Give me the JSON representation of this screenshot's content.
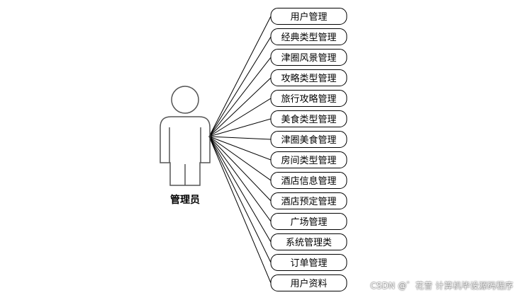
{
  "actor": {
    "label": "管理员",
    "icon": "person-icon"
  },
  "use_cases": [
    "用户管理",
    "经典类型管理",
    "津圈风景管理",
    "攻略类型管理",
    "旅行攻略管理",
    "美食类型管理",
    "津圈美食管理",
    "房间类型管理",
    "酒店信息管理",
    "酒店预定管理",
    "广场管理",
    "系统管理类",
    "订单管理",
    "用户资料"
  ],
  "watermark": "CSDN @゛花昔  计算机毕设源码程序"
}
